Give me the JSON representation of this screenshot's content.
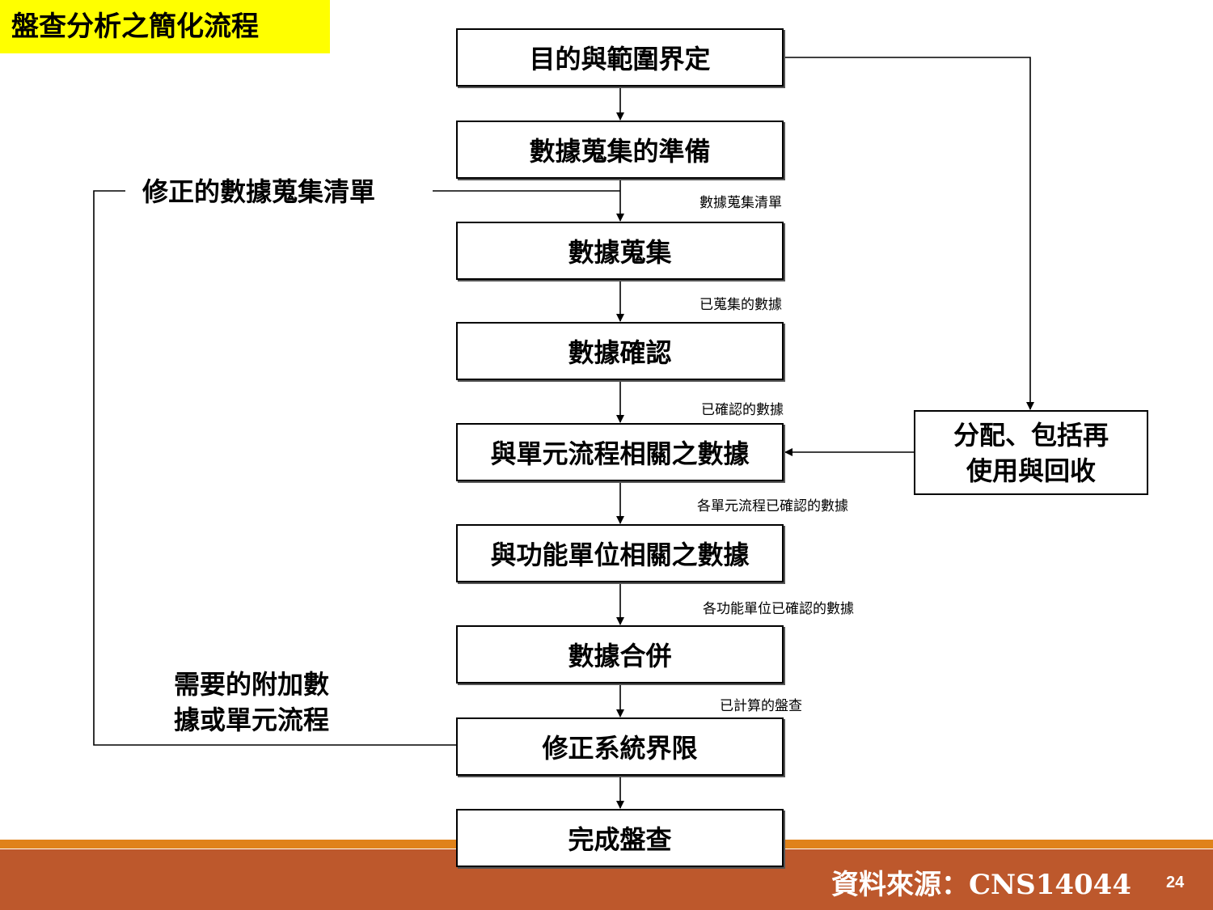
{
  "title": "盤查分析之簡化流程",
  "boxes": [
    "目的與範圍界定",
    "數據蒐集的準備",
    "數據蒐集",
    "數據確認",
    "與單元流程相關之數據",
    "與功能單位相關之數據",
    "數據合併",
    "修正系統界限",
    "完成盤查"
  ],
  "edge_labels": [
    "數據蒐集清單",
    "已蒐集的數據",
    "已確認的數據",
    "各單元流程已確認的數據",
    "各功能單位已確認的數據",
    "已計算的盤查"
  ],
  "side_box": {
    "line1": "分配、包括再",
    "line2": "使用與回收"
  },
  "feedback_label": "修正的數據蒐集清單",
  "additional_label": {
    "line1": "需要的附加數",
    "line2": "據或單元流程"
  },
  "footer": {
    "source": "資料來源：CNS14044",
    "page": "24"
  },
  "colors": {
    "title_bg": "#ffff00",
    "stripe": "#e0821a",
    "footer": "#bd582c"
  }
}
